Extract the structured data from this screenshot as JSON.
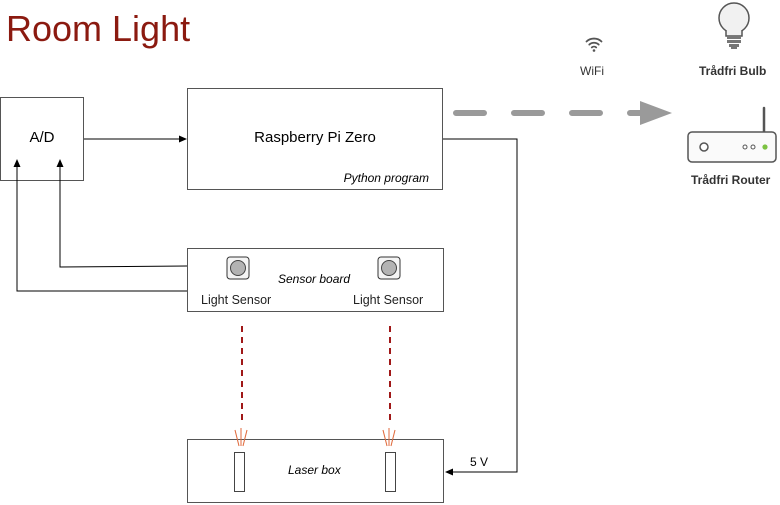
{
  "title": "Room Light",
  "components": {
    "ad": {
      "label": "A/D"
    },
    "rpi": {
      "label": "Raspberry Pi Zero",
      "note": "Python program"
    },
    "sensor_board": {
      "label": "Sensor board",
      "sensors": [
        "Light Sensor",
        "Light Sensor"
      ]
    },
    "laser_box": {
      "label": "Laser box"
    },
    "power": {
      "label": "5 V"
    }
  },
  "network": {
    "wifi_label": "WiFi",
    "bulb_label": "Trådfri Bulb",
    "router_label": "Trådfri Router"
  },
  "colors": {
    "title": "#8b1a10",
    "laser_line": "#a01818",
    "laser_rays": "#e06a3c",
    "wifi_arrow": "#9a9a9a",
    "router_led": "#7cc242"
  },
  "icons": [
    "wifi-icon",
    "light-bulb-icon",
    "router-icon"
  ]
}
